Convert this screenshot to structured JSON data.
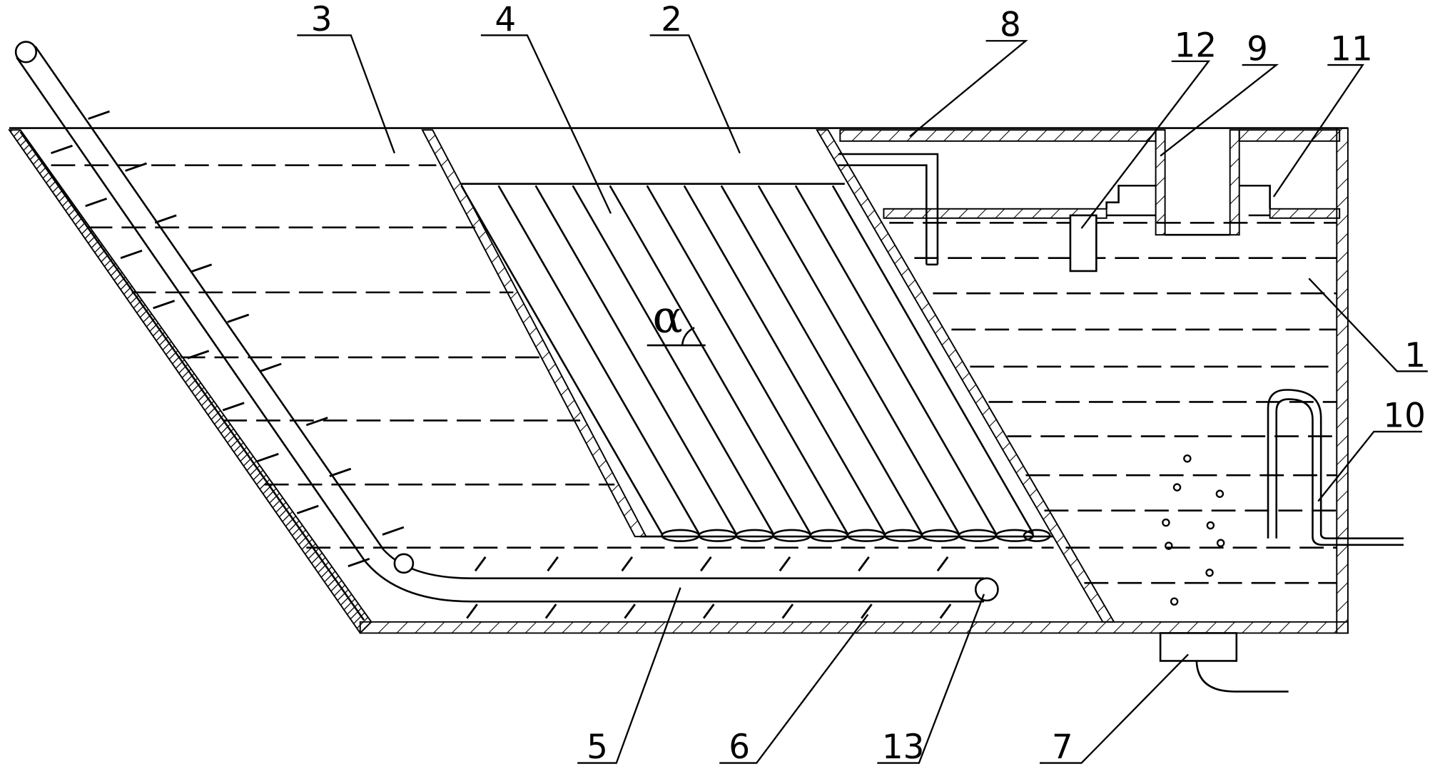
{
  "labels": {
    "n1": "1",
    "n2": "2",
    "n3": "3",
    "n4": "4",
    "n5": "5",
    "n6": "6",
    "n7": "7",
    "n8": "8",
    "n9": "9",
    "n10": "10",
    "n11": "11",
    "n12": "12",
    "n13": "13"
  },
  "angle_symbol": "α",
  "colors": {
    "line": "#000000",
    "background": "#ffffff"
  }
}
